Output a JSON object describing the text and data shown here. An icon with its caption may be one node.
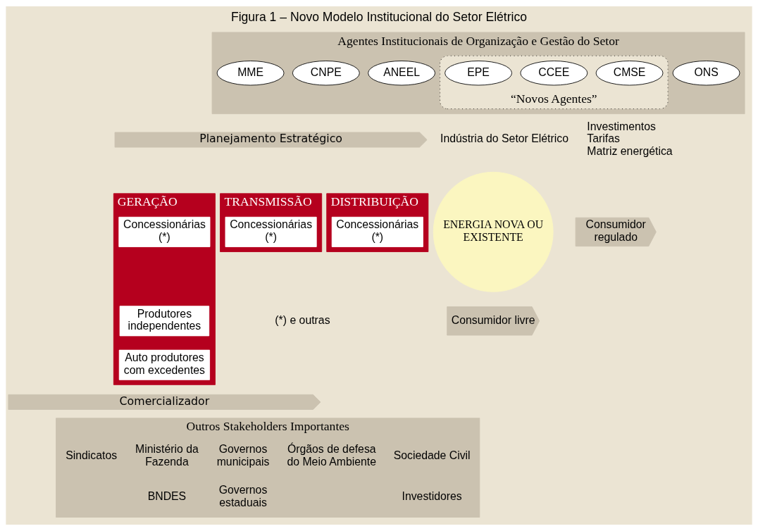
{
  "diagram": {
    "title": "Figura 1 – Novo Modelo Institucional do Setor Elétrico",
    "nodes": [
      {
        "text": [
          "Agentes Institucionais de Organização e Gestão do Setor"
        ]
      },
      {
        "text": [
          "CNPE"
        ],
        "in": 0
      },
      {
        "text": [
          "MME"
        ],
        "in": 0
      },
      {
        "text": [
          "ANEEL"
        ],
        "in": 0
      },
      {
        "text": [
          "“Novos Agentes”"
        ],
        "in": 0
      },
      {
        "text": [
          "EPE"
        ],
        "in": 4
      },
      {
        "text": [
          "CCEE"
        ],
        "in": 4
      },
      {
        "text": [
          "CMSE"
        ],
        "in": 4
      },
      {
        "text": [
          "ONS"
        ],
        "in": 0
      },
      {
        "text": [
          "Planejamento Estratégico"
        ]
      },
      {
        "text": [
          "GERAÇÃO"
        ]
      },
      {
        "text": [
          "Concessionárias (*)"
        ],
        "in": 10
      },
      {
        "text": [
          "Produtores independentes"
        ],
        "in": 10
      },
      {
        "text": [
          "Auto produtores com excedentes"
        ],
        "in": 10
      },
      {
        "text": [
          "TRANSMISSÃO"
        ]
      },
      {
        "text": [
          "Concessionárias (*)"
        ],
        "in": 14
      },
      {
        "text": [
          "DISTRIBUIÇÃO"
        ]
      },
      {
        "text": [
          "Concessionárias (*)"
        ],
        "in": 16
      },
      {
        "text": [
          "ENERGIA NOVA OU EXISTENTE"
        ]
      },
      {
        "text": [
          "Consumidor regulado"
        ]
      },
      {
        "text": [
          "Consumidor livre"
        ]
      },
      {
        "text": [
          "Comercializador"
        ]
      },
      {
        "text": [
          "Outros Stakeholders Importantes"
        ]
      },
      {
        "text": [
          "Governos municipais"
        ],
        "in": 22
      },
      {
        "text": [
          "Governos estaduais"
        ],
        "in": 22
      },
      {
        "text": [
          "Ministério da Fazenda"
        ],
        "in": 22
      },
      {
        "text": [
          "BNDES"
        ],
        "in": 22
      },
      {
        "text": [
          "Órgãos de defesa do Meio Ambiente"
        ],
        "in": 22
      },
      {
        "text": [
          "Sindicatos"
        ],
        "in": 22
      },
      {
        "text": [
          "Sociedade Civil"
        ],
        "in": 22
      },
      {
        "text": [
          "Investidores"
        ],
        "in": 22
      }
    ],
    "edges": [],
    "labels": [
      "Indústria do Setor Elétrico",
      "Investimentos",
      "Tarifas",
      "Matriz energética",
      "(*) e outras"
    ]
  }
}
